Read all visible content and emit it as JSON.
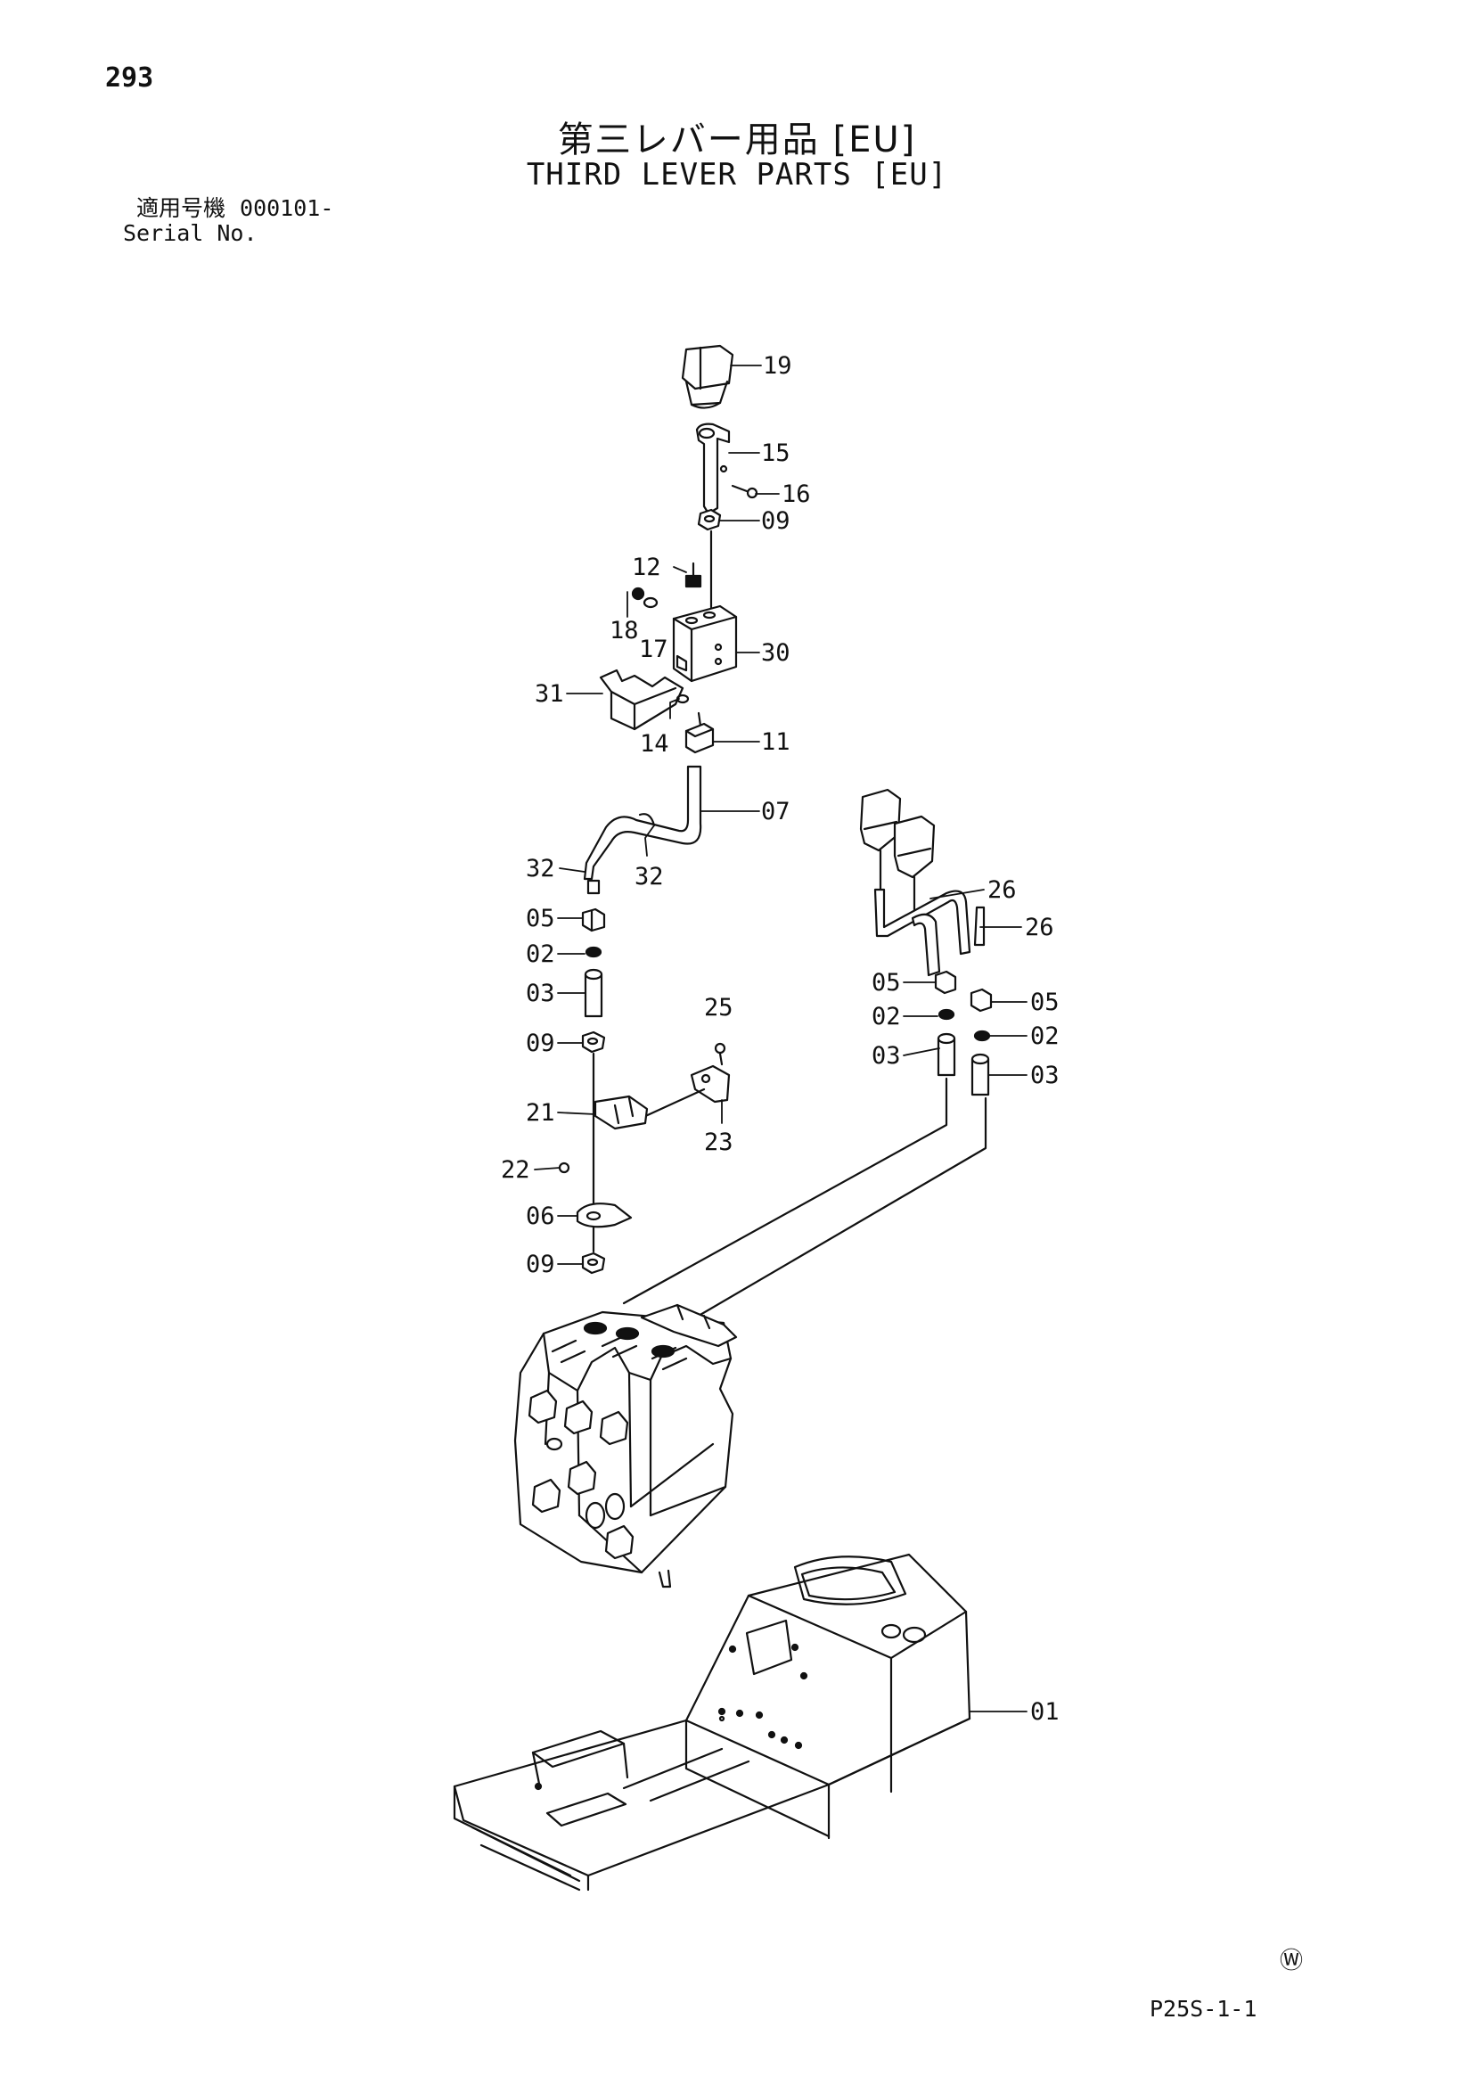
{
  "page_number": "293",
  "title_jp": "第三レバー用品 [EU]",
  "title_en": "THIRD LEVER PARTS [EU]",
  "serial": {
    "label_jp": "適用号機",
    "value": "000101-",
    "label_en": "Serial No."
  },
  "w_mark": "Ⓦ",
  "figure_code": "P25S-1-1",
  "callouts": {
    "c19": "19",
    "c15": "15",
    "c16": "16",
    "c09a": "09",
    "c12": "12",
    "c18": "18",
    "c17": "17",
    "c30": "30",
    "c31": "31",
    "c14": "14",
    "c11": "11",
    "c07": "07",
    "c32a": "32",
    "c32b": "32",
    "c05a": "05",
    "c02a": "02",
    "c03a": "03",
    "c09b": "09",
    "c25": "25",
    "c21": "21",
    "c23": "23",
    "c22": "22",
    "c06": "06",
    "c09c": "09",
    "c26a": "26",
    "c26b": "26",
    "c05b": "05",
    "c02b": "02",
    "c03b": "03",
    "c05c": "05",
    "c02c": "02",
    "c03c": "03",
    "c01": "01"
  }
}
